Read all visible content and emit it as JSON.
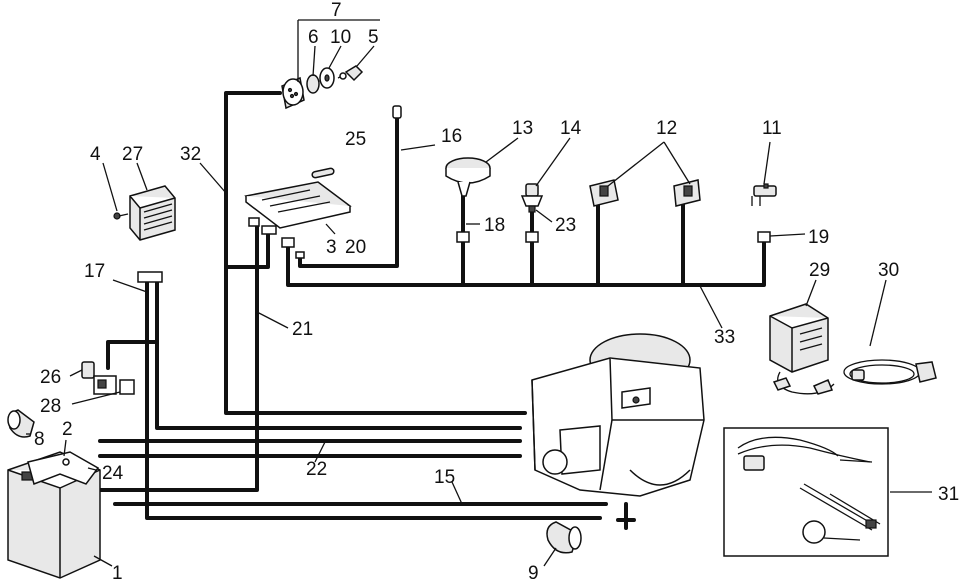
{
  "callouts": {
    "c1": "1",
    "c2": "2",
    "c3": "3",
    "c4": "4",
    "c5": "5",
    "c6": "6",
    "c7": "7",
    "c8": "8",
    "c9": "9",
    "c10": "10",
    "c11": "11",
    "c12": "12",
    "c13": "13",
    "c14": "14",
    "c15": "15",
    "c16": "16",
    "c17": "17",
    "c18": "18",
    "c19": "19",
    "c20": "20",
    "c21": "21",
    "c22": "22",
    "c23": "23",
    "c24": "24",
    "c25": "25",
    "c26": "26",
    "c27": "27",
    "c28": "28",
    "c29": "29",
    "c30": "30",
    "c31": "31",
    "c32": "32",
    "c33": "33"
  },
  "colors": {
    "line": "#111111",
    "background": "#ffffff",
    "fill_light": "#e8e8e8"
  },
  "icons": [
    "battery",
    "ignition-switch",
    "voltage-regulator",
    "control-board",
    "horn",
    "sensor",
    "relay",
    "micro-switch",
    "engine",
    "battery-charger",
    "charger-cable",
    "accessory-kit"
  ]
}
